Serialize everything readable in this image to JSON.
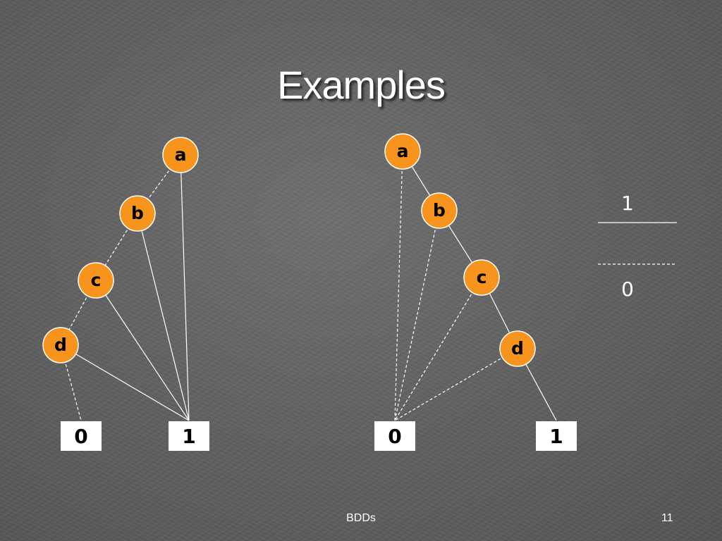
{
  "slide": {
    "title": "Examples",
    "footer": "BDDs",
    "page_number": "11"
  },
  "colors": {
    "node_fill": "#f7941d",
    "node_stroke": "#ffffff",
    "edge": "#ffffff",
    "terminal_fill": "#ffffff"
  },
  "legend": {
    "solid_label": "1",
    "dashed_label": "0"
  },
  "bdd_left": {
    "nodes": [
      "a",
      "b",
      "c",
      "d"
    ],
    "terminals": [
      "0",
      "1"
    ],
    "edges": [
      {
        "from": "a",
        "to": "b",
        "style": "dashed"
      },
      {
        "from": "a",
        "to": "1",
        "style": "solid"
      },
      {
        "from": "b",
        "to": "c",
        "style": "dashed"
      },
      {
        "from": "b",
        "to": "1",
        "style": "solid"
      },
      {
        "from": "c",
        "to": "d",
        "style": "dashed"
      },
      {
        "from": "c",
        "to": "1",
        "style": "solid"
      },
      {
        "from": "d",
        "to": "0",
        "style": "dashed"
      },
      {
        "from": "d",
        "to": "1",
        "style": "solid"
      }
    ]
  },
  "bdd_right": {
    "nodes": [
      "a",
      "b",
      "c",
      "d"
    ],
    "terminals": [
      "0",
      "1"
    ],
    "edges": [
      {
        "from": "a",
        "to": "0",
        "style": "dashed"
      },
      {
        "from": "a",
        "to": "b",
        "style": "solid"
      },
      {
        "from": "b",
        "to": "0",
        "style": "dashed"
      },
      {
        "from": "b",
        "to": "c",
        "style": "solid"
      },
      {
        "from": "c",
        "to": "0",
        "style": "dashed"
      },
      {
        "from": "c",
        "to": "d",
        "style": "solid"
      },
      {
        "from": "d",
        "to": "0",
        "style": "dashed"
      },
      {
        "from": "d",
        "to": "1",
        "style": "solid"
      }
    ]
  }
}
